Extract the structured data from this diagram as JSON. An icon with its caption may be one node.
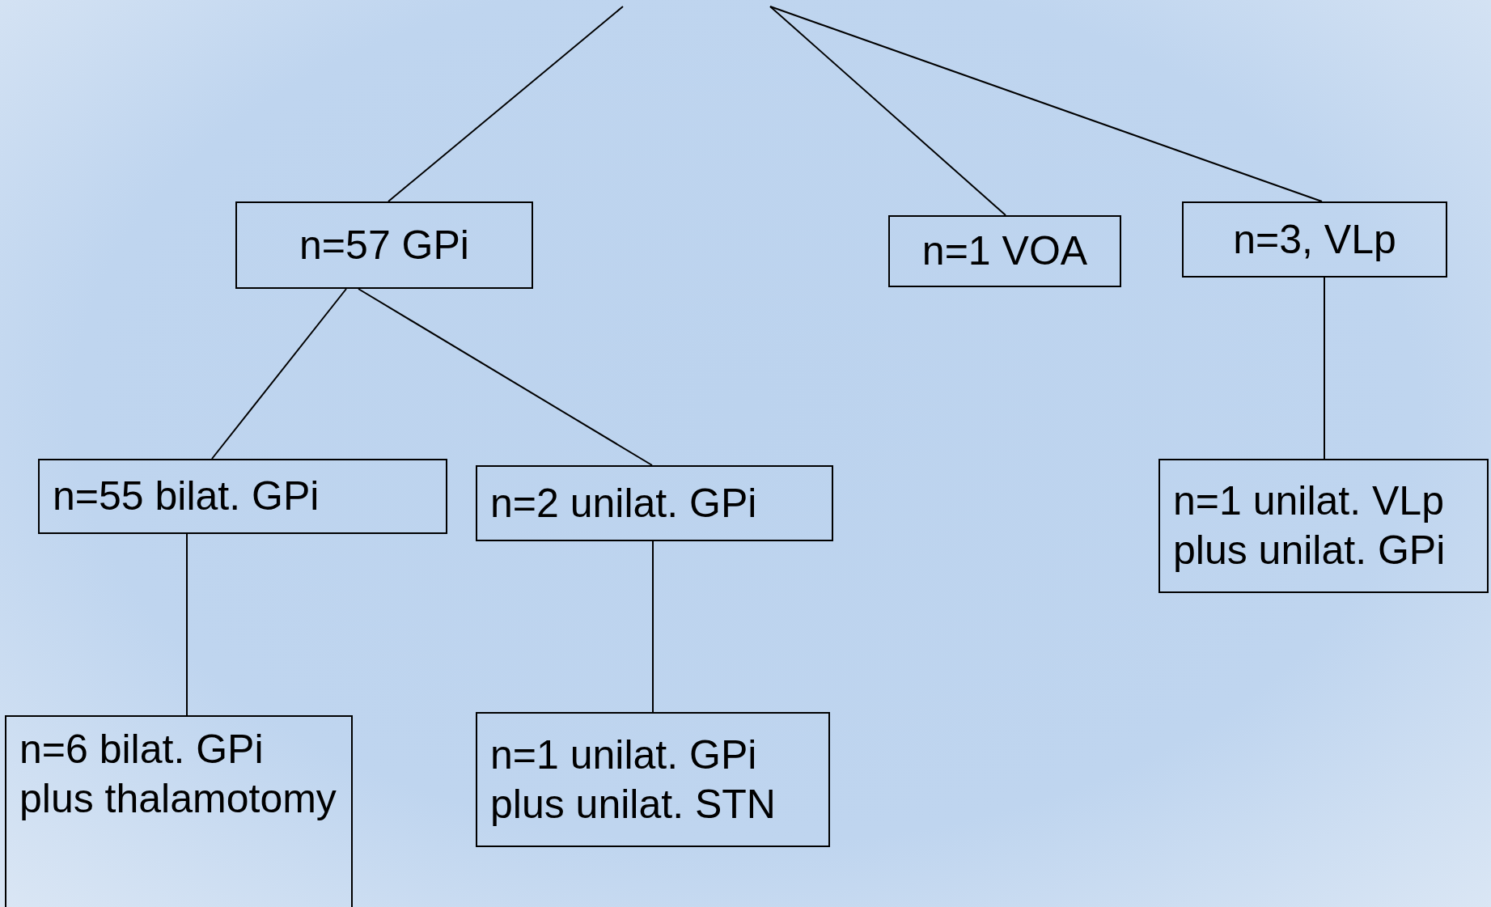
{
  "diagram": {
    "nodes": [
      {
        "text": [
          "n=57 GPi"
        ]
      },
      {
        "text": [
          "n=1 VOA"
        ]
      },
      {
        "text": [
          "n=3, VLp"
        ]
      },
      {
        "text": [
          "n=55 bilat. GPi"
        ]
      },
      {
        "text": [
          "n=2 unilat. GPi"
        ]
      },
      {
        "text": [
          "n=1 unilat. VLp plus unilat. GPi"
        ]
      },
      {
        "text": [
          "n=6 bilat. GPi plus thalamotomy"
        ]
      },
      {
        "text": [
          "n=1 unilat. GPi plus unilat. STN"
        ]
      }
    ],
    "edges": [
      {
        "from": null,
        "to": 0,
        "arrow": "none"
      },
      {
        "from": null,
        "to": 1,
        "arrow": "none"
      },
      {
        "from": null,
        "to": 2,
        "arrow": "none"
      },
      {
        "from": 0,
        "to": 3,
        "arrow": "none"
      },
      {
        "from": 0,
        "to": 4,
        "arrow": "none"
      },
      {
        "from": 2,
        "to": 5,
        "arrow": "none"
      },
      {
        "from": 3,
        "to": 6,
        "arrow": "none"
      },
      {
        "from": 4,
        "to": 7,
        "arrow": "none"
      }
    ]
  }
}
